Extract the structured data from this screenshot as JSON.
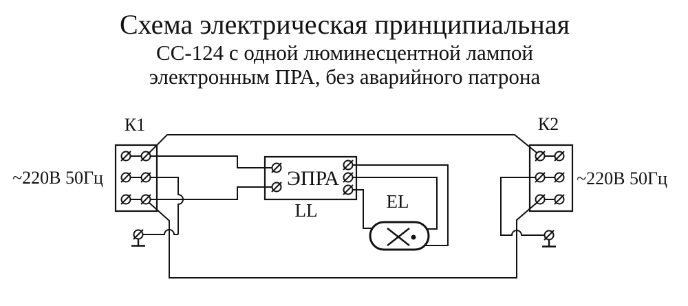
{
  "page": {
    "background": "#ffffff",
    "line_color": "#121212"
  },
  "title": {
    "line1": "Схема электрическая принципиальная",
    "line2": "СС-124 с одной люминесцентной лампой",
    "line3": "электронным ПРА, без аварийного патрона"
  },
  "diagram": {
    "terminal_block_left": {
      "label": "К1",
      "mains_label": "~220В 50Гц",
      "terminal_rows": 3
    },
    "terminal_block_right": {
      "label": "К2",
      "mains_label": "~220В 50Гц",
      "terminal_rows": 3
    },
    "ballast": {
      "box_label": "ЭПРА",
      "ref_designator": "LL"
    },
    "lamp": {
      "ref_designator": "EL"
    }
  }
}
